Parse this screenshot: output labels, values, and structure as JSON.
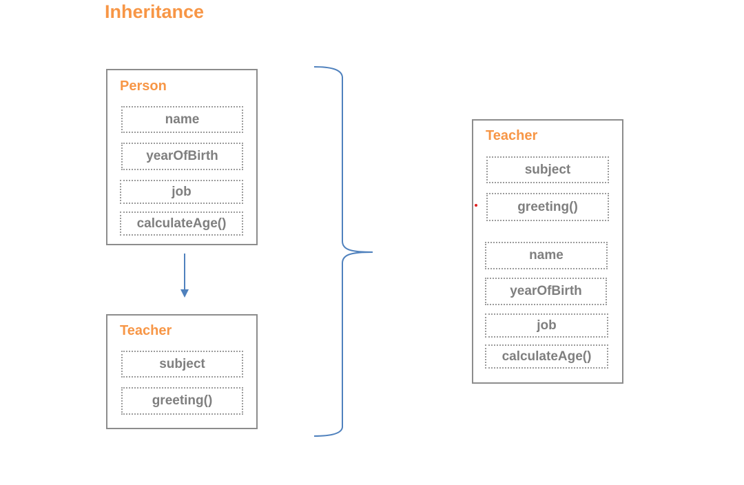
{
  "title": "Inheritance",
  "person": {
    "name": "Person",
    "members": [
      "name",
      "yearOfBirth",
      "job",
      "calculateAge()"
    ]
  },
  "teacher": {
    "name": "Teacher",
    "members": [
      "subject",
      "greeting()"
    ]
  },
  "result": {
    "name": "Teacher",
    "own_members": [
      "subject",
      "greeting()"
    ],
    "inherited_members": [
      "name",
      "yearOfBirth",
      "job",
      "calculateAge()"
    ]
  },
  "colors": {
    "accent": "#f79646",
    "border": "#8c8c8c",
    "member_text": "#7f7f7f",
    "connector": "#4f81bd",
    "marker": "#e02020"
  }
}
